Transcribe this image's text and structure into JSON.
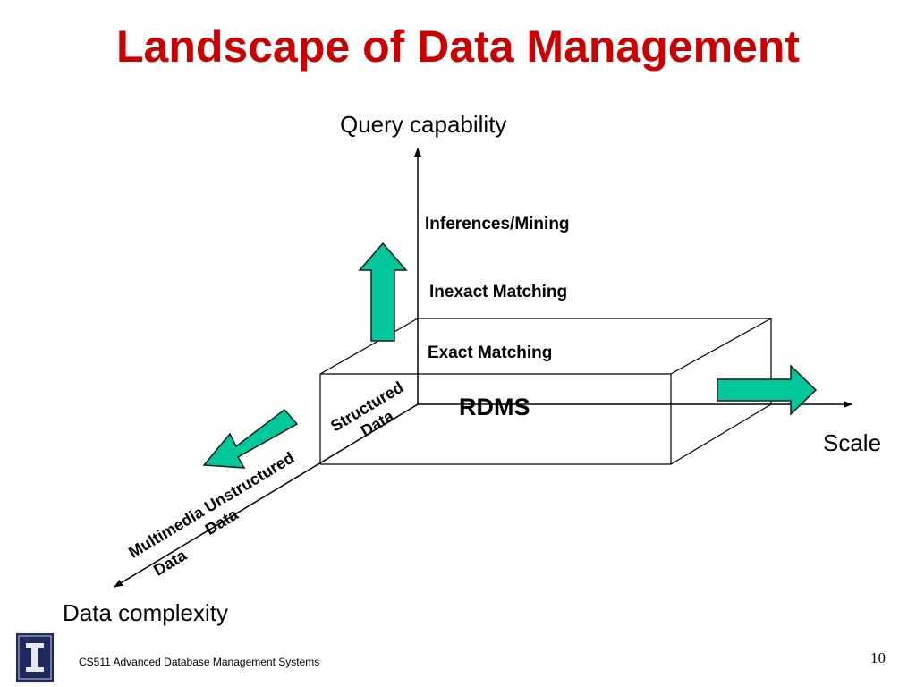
{
  "title": "Landscape of Data Management",
  "axes": {
    "vertical": "Query capability",
    "horizontal": "Scale",
    "depth": "Data complexity"
  },
  "query_levels": {
    "top": "Inferences/Mining",
    "middle": "Inexact Matching",
    "bottom": "Exact Matching"
  },
  "origin_label": "RDMS",
  "complexity_levels": {
    "near": "Structured\nData",
    "far": "Multimedia Unstructured\nData",
    "farthest": "Data"
  },
  "arrow_color": "#00c89a",
  "title_color": "#cc0000",
  "footer": {
    "course": "CS511 Advanced Database Management Systems",
    "page": "10"
  },
  "logo": {
    "letter": "I"
  }
}
